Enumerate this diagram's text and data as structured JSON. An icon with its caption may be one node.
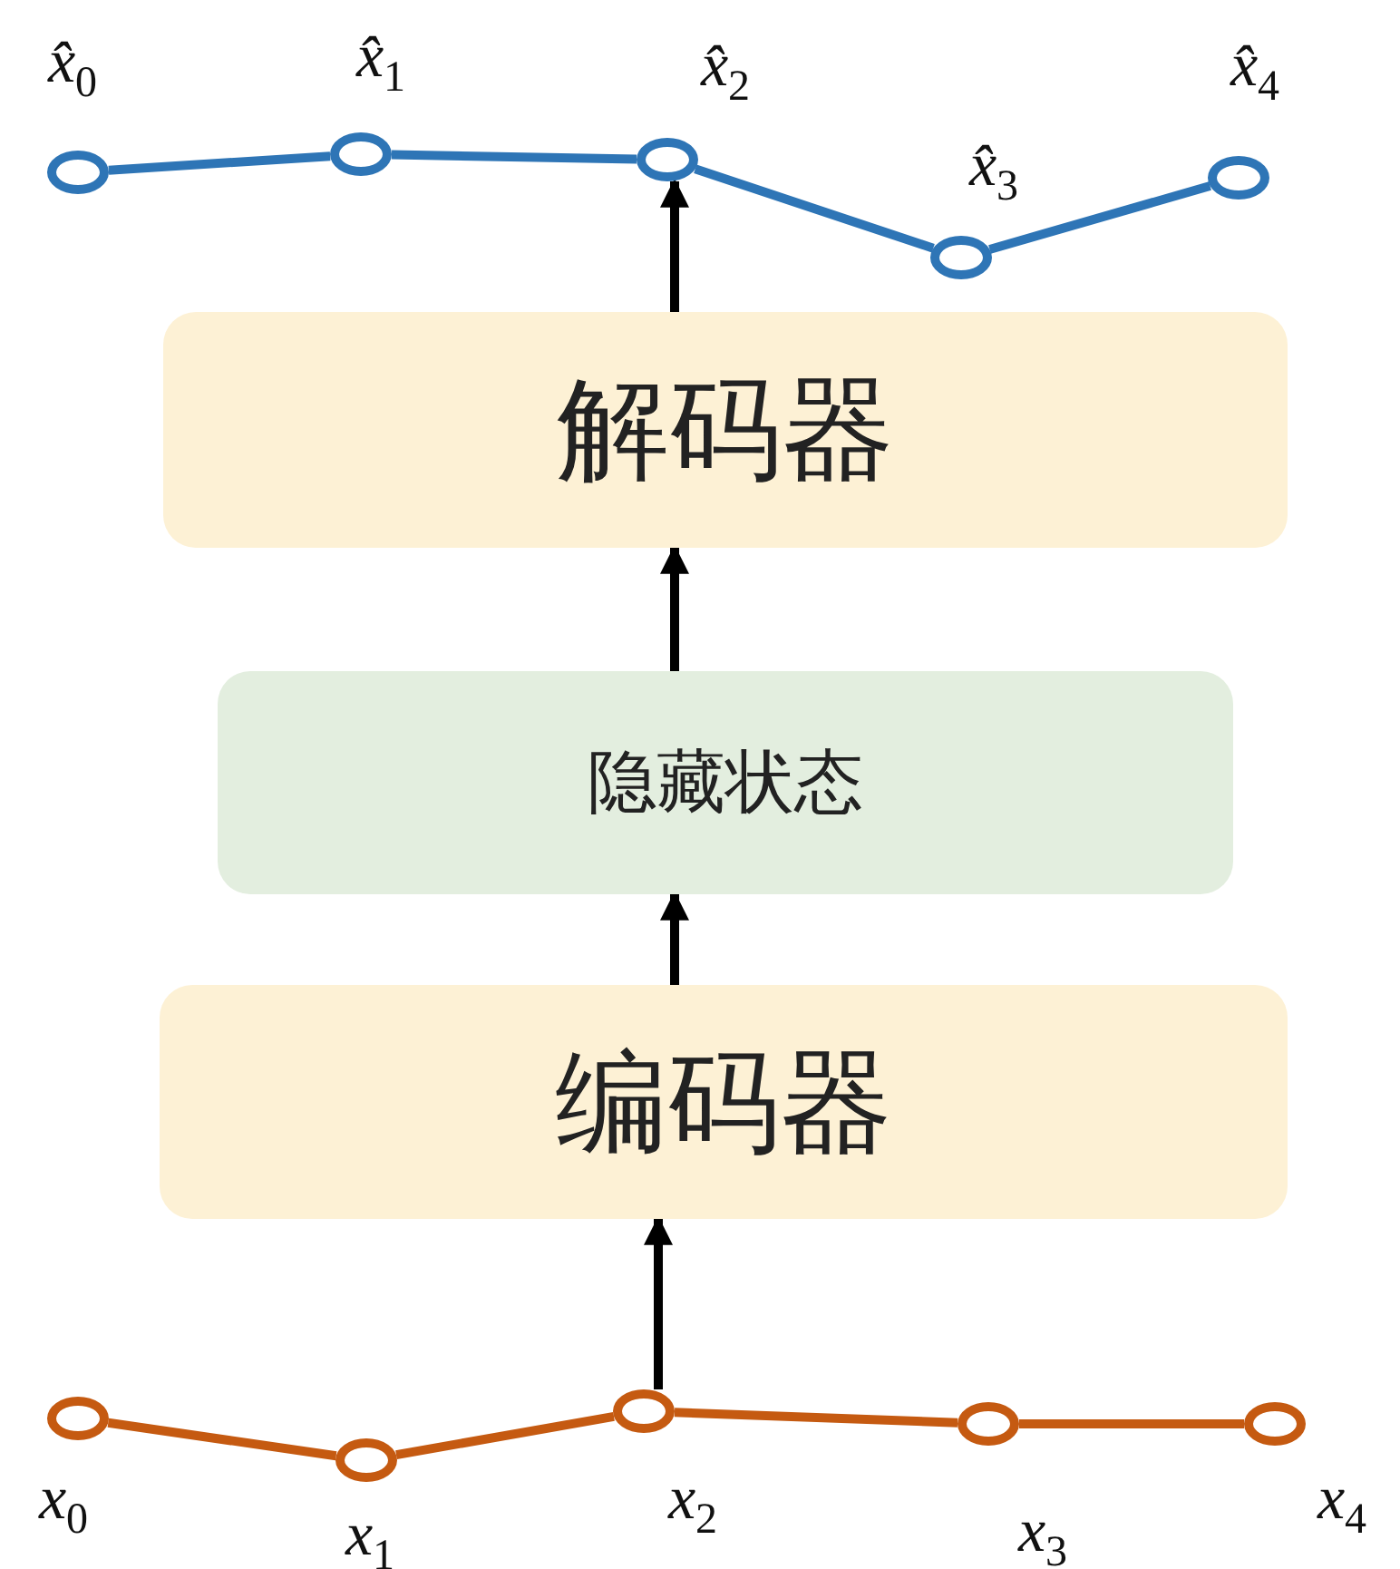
{
  "diagram": {
    "nodes": [
      {
        "text": [],
        "shape": "circle",
        "beside": [
          "x̂$_{0}$"
        ]
      },
      {
        "text": [],
        "shape": "circle",
        "beside": [
          "x̂$_{1}$"
        ]
      },
      {
        "text": [],
        "shape": "circle",
        "beside": [
          "x̂$_{2}$"
        ]
      },
      {
        "text": [],
        "shape": "circle",
        "beside": [
          "x̂$_{3}$"
        ]
      },
      {
        "text": [],
        "shape": "circle",
        "beside": [
          "x̂$_{4}$"
        ]
      },
      {
        "text": [
          "解码器"
        ]
      },
      {
        "text": [
          "隐藏状态"
        ]
      },
      {
        "text": [
          "编码器"
        ]
      },
      {
        "text": [],
        "shape": "circle",
        "beside": [
          "x$_{0}$"
        ]
      },
      {
        "text": [],
        "shape": "circle",
        "beside": [
          "x$_{1}$"
        ]
      },
      {
        "text": [],
        "shape": "circle",
        "beside": [
          "x$_{2}$"
        ]
      },
      {
        "text": [],
        "shape": "circle",
        "beside": [
          "x$_{3}$"
        ]
      },
      {
        "text": [],
        "shape": "circle",
        "beside": [
          "x$_{4}$"
        ]
      }
    ],
    "edges": [
      {
        "from": 0,
        "to": 1,
        "arrow": "none",
        "color": "#2e75b6"
      },
      {
        "from": 1,
        "to": 2,
        "arrow": "none",
        "color": "#2e75b6"
      },
      {
        "from": 2,
        "to": 3,
        "arrow": "none",
        "color": "#2e75b6"
      },
      {
        "from": 3,
        "to": 4,
        "arrow": "none",
        "color": "#2e75b6"
      },
      {
        "from": 8,
        "to": 9,
        "arrow": "none",
        "color": "#c55a11"
      },
      {
        "from": 9,
        "to": 10,
        "arrow": "none",
        "color": "#c55a11"
      },
      {
        "from": 10,
        "to": 11,
        "arrow": "none",
        "color": "#c55a11"
      },
      {
        "from": 11,
        "to": 12,
        "arrow": "none",
        "color": "#c55a11"
      },
      {
        "from": 10,
        "to": 7,
        "arrow": "to",
        "color": "#000000"
      },
      {
        "from": 7,
        "to": 6,
        "arrow": "to",
        "color": "#000000"
      },
      {
        "from": 6,
        "to": 5,
        "arrow": "to",
        "color": "#000000"
      },
      {
        "from": 5,
        "to": 2,
        "arrow": "to",
        "color": "#000000"
      }
    ]
  }
}
